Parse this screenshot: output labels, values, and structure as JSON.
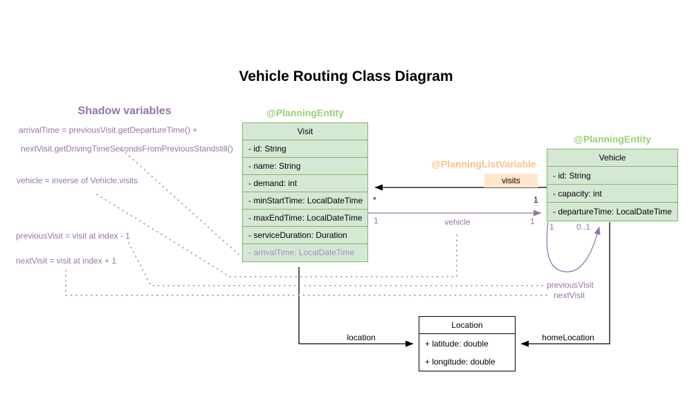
{
  "title": "Vehicle Routing Class Diagram",
  "shadow_notes": {
    "heading": "Shadow variables",
    "arrival_time_line1": "arrivalTime = previousVisit.getDepartureTime() +",
    "arrival_time_line2": "nextVisit.getDrivingTimeSecondsFromPreviousStandstill()",
    "vehicle": "vehicle = inverse of Vehicle.visits",
    "previous_visit": "previousVisit = visit at index - 1",
    "next_visit": "nextVisit = visit at index + 1"
  },
  "classes": {
    "visit": {
      "annotation": "@PlanningEntity",
      "name": "Visit",
      "attributes": [
        "- id: String",
        "- name: String",
        "- demand: int",
        "- minStartTime: LocalDateTime",
        "- maxEndTime: LocalDateTime",
        "- serviceDuration: Duration",
        "- arrivalTime: LocalDateTime"
      ]
    },
    "vehicle": {
      "annotation": "@PlanningEntity",
      "name": "Vehicle",
      "attributes": [
        "- id: String",
        "- capacity: int",
        "- departureTime: LocalDateTime"
      ]
    },
    "location": {
      "name": "Location",
      "attributes": [
        "+ latitude: double",
        "+ longitude: double"
      ]
    }
  },
  "relations": {
    "visits": {
      "annotation": "@PlanningListVariable",
      "label": "visits",
      "visit_end_multiplicity": "*",
      "vehicle_end_multiplicity": "1"
    },
    "vehicle": {
      "label": "vehicle",
      "visit_end_multiplicity": "1",
      "vehicle_end_multiplicity": "1"
    },
    "visit_chain_loop": {
      "source_multiplicity": "1",
      "target_multiplicity": "0..1",
      "previous_label": "previousVisit",
      "next_label": "nextVisit"
    },
    "location": {
      "label": "location"
    },
    "home_location": {
      "label": "homeLocation"
    }
  },
  "colors": {
    "entity_fill": "#d5e8d4",
    "entity_stroke": "#82b366",
    "entity_annotation": "#97d077",
    "list_variable_annotation": "#ffc18a",
    "visits_badge_fill": "#ffe6cc",
    "purple": "#9673a6",
    "purple_dots": "#b9a1cb",
    "line_black": "#000000"
  }
}
